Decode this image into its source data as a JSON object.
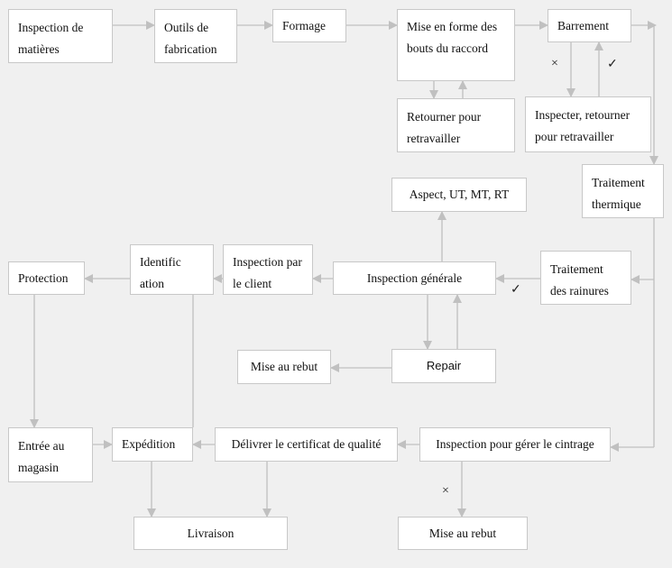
{
  "nodes": {
    "inspection_matieres": "Inspection de matières",
    "outils": "Outils de fabrication",
    "formage": "Formage",
    "mise_en_forme": "Mise en forme des bouts du raccord",
    "barrement": "Barrement",
    "retourner": "Retourner pour retravailler",
    "inspecter_retourner": "Inspecter, retourner pour retravailler",
    "traitement_thermique": "Traitement thermique",
    "aspect": "Aspect, UT, MT, RT",
    "traitement_rainures": "Traitement des rainures",
    "inspection_generale": "Inspection générale",
    "inspection_client": "Inspection par le client",
    "identification": "Identific ation",
    "protection": "Protection",
    "rebut1": "Mise au rebut",
    "repair": "Repair",
    "entree_magasin": "Entrée au magasin",
    "expedition": "Expédition",
    "certificat": "Délivrer le certificat de qualité",
    "inspection_cintrage": "Inspection pour gérer le cintrage",
    "livraison": "Livraison",
    "rebut2": "Mise au rebut"
  },
  "marks": {
    "reject": "×",
    "accept": "✓"
  },
  "colors": {
    "line": "#c0c0c0",
    "border": "#c8c8c8",
    "background": "#f0f0f0"
  }
}
